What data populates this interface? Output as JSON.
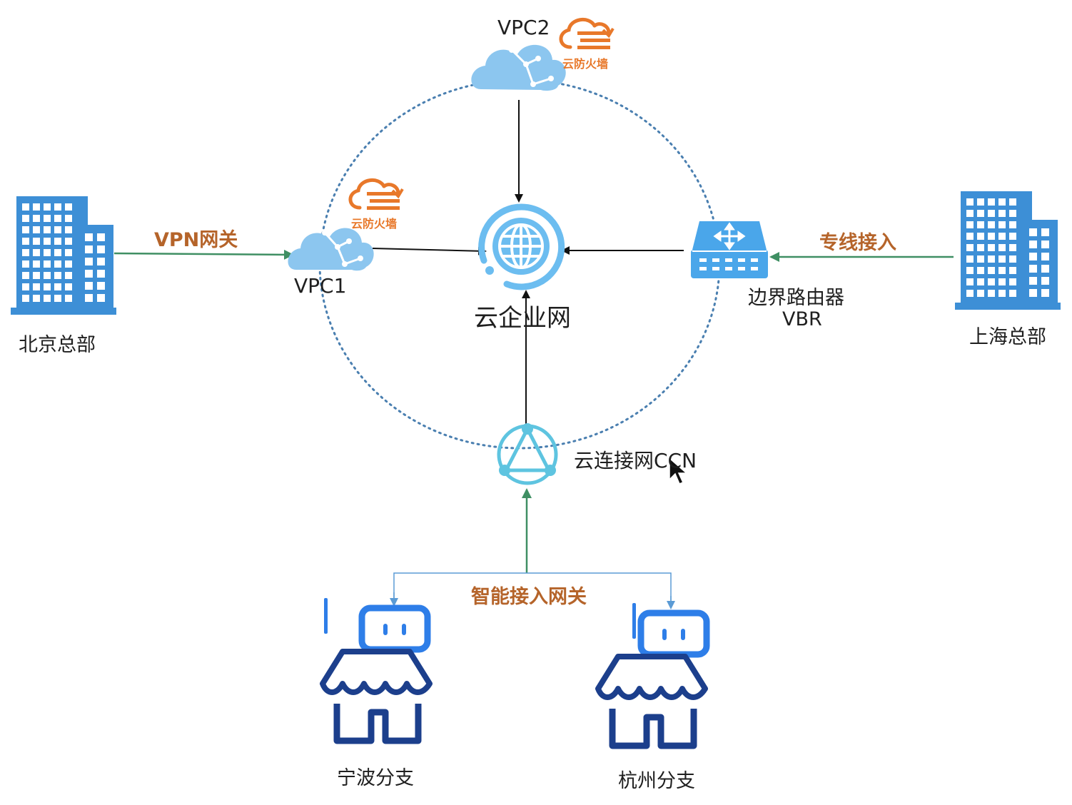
{
  "nodes": {
    "vpc2": "VPC2",
    "vpc1": "VPC1",
    "cen": "云企业网",
    "vbr_line1": "边界路由器",
    "vbr_line2": "VBR",
    "ccn": "云连接网CCN",
    "beijing": "北京总部",
    "shanghai": "上海总部",
    "ningbo": "宁波分支",
    "hangzhou": "杭州分支"
  },
  "firewalls": {
    "vpc2_label": "云防火墙",
    "vpc1_label": "云防火墙"
  },
  "links": {
    "vpn": "VPN网关",
    "dedicated": "专线接入",
    "smart_gateway": "智能接入网关"
  },
  "colors": {
    "building_blue": "#3d8fd6",
    "cloud_blue": "#8cc6ef",
    "cen_blue": "#6cbdf0",
    "ccn_blue": "#5ec4e0",
    "firewall_orange": "#e8782a",
    "label_orange": "#b5642a",
    "green_link": "#3f8f63",
    "shop_navy": "#1c3f8c",
    "robot_blue": "#2e7ee8",
    "dotted_ring": "#4a7fb0"
  }
}
